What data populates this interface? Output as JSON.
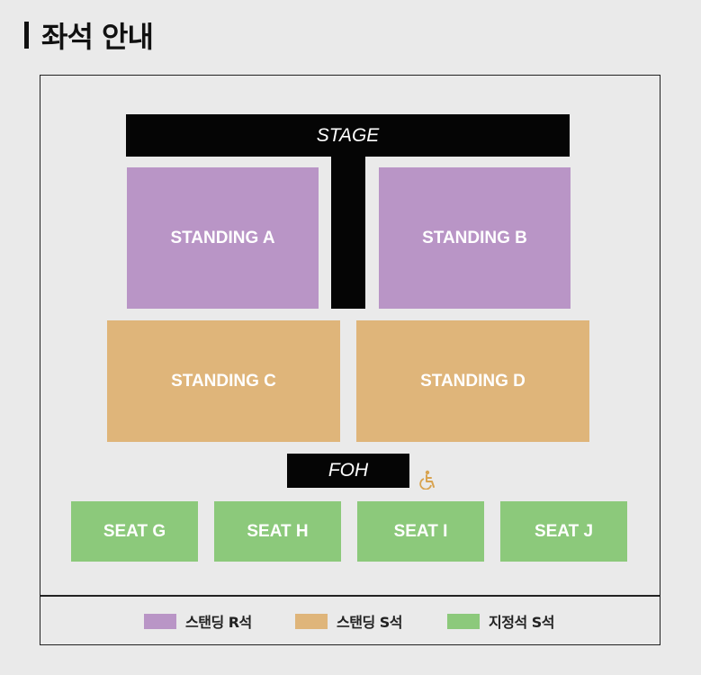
{
  "page": {
    "title": "좌석 안내"
  },
  "map": {
    "stage_label": "STAGE",
    "foh_label": "FOH",
    "zones": {
      "standing_a": "STANDING A",
      "standing_b": "STANDING B",
      "standing_c": "STANDING C",
      "standing_d": "STANDING D",
      "seat_g": "SEAT G",
      "seat_h": "SEAT H",
      "seat_i": "SEAT I",
      "seat_j": "SEAT J"
    },
    "accessibility_icon": "wheelchair-icon"
  },
  "legend": [
    {
      "label": "스탠딩 R석",
      "color": "#b995c6"
    },
    {
      "label": "스탠딩 S석",
      "color": "#dfb57a"
    },
    {
      "label": "지정석 S석",
      "color": "#8cc97b"
    }
  ],
  "colors": {
    "stage": "#050505",
    "standing_r": "#b995c6",
    "standing_s": "#dfb57a",
    "seat_s": "#8cc97b",
    "accessibility": "#d8a350"
  }
}
